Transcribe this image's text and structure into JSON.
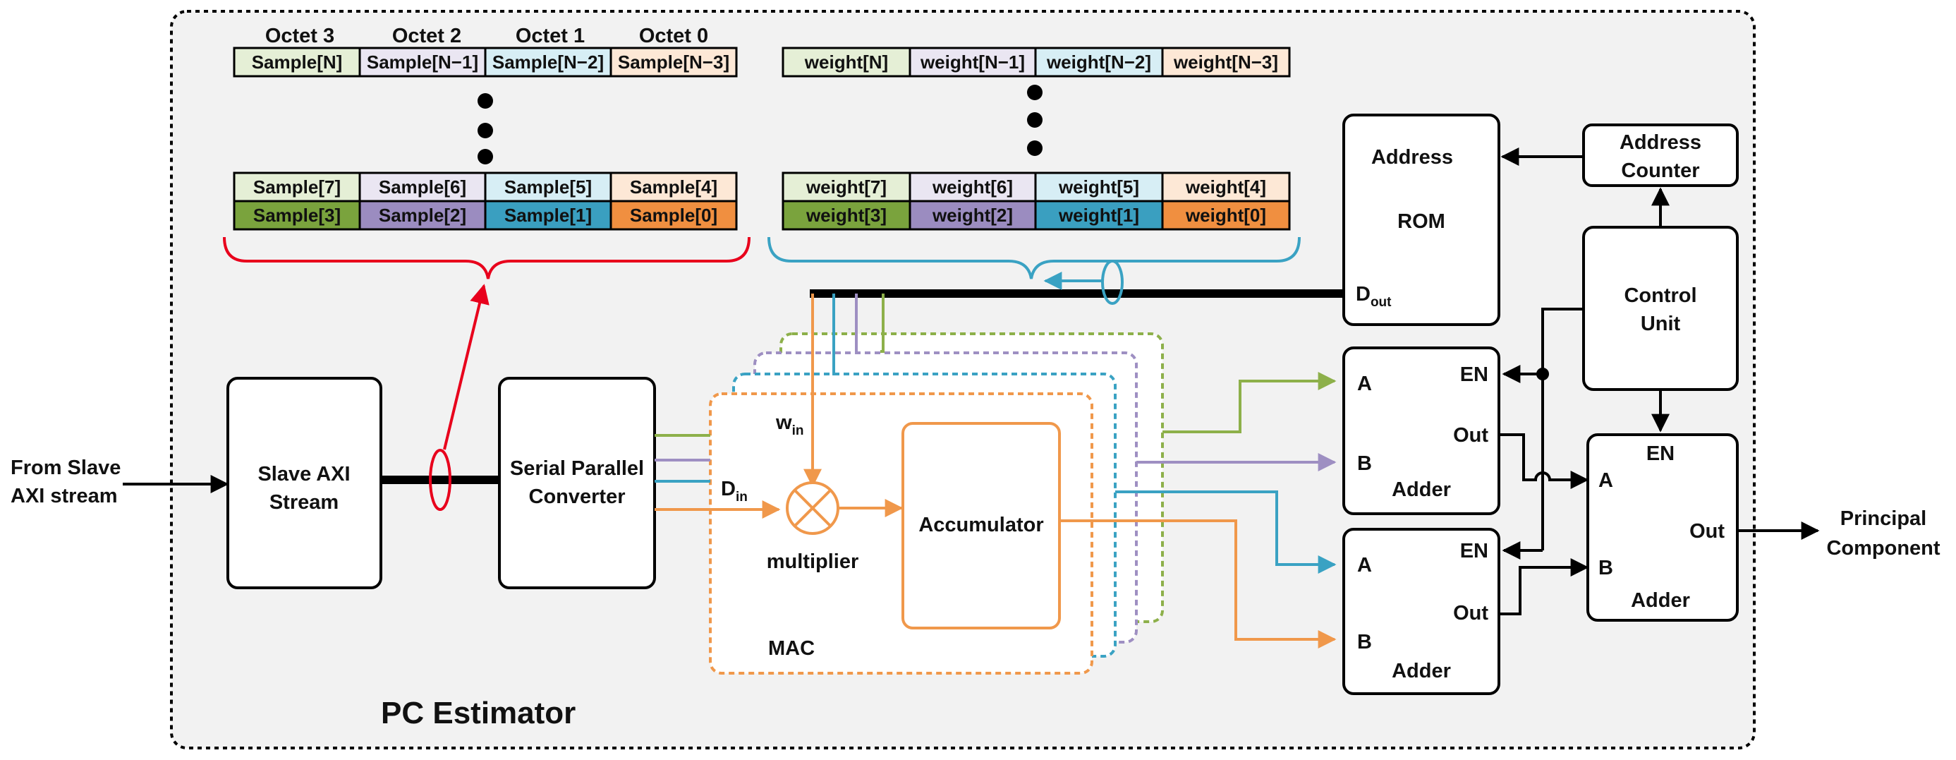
{
  "title": "PC Estimator",
  "input_label": [
    "From Slave",
    "AXI stream"
  ],
  "output_label": [
    "Principal",
    "Component"
  ],
  "octet_headers": [
    "Octet 3",
    "Octet 2",
    "Octet 1",
    "Octet 0"
  ],
  "sample_rows": {
    "top": [
      "Sample[N]",
      "Sample[N−1]",
      "Sample[N−2]",
      "Sample[N−3]"
    ],
    "mid": [
      "Sample[7]",
      "Sample[6]",
      "Sample[5]",
      "Sample[4]"
    ],
    "bottom": [
      "Sample[3]",
      "Sample[2]",
      "Sample[1]",
      "Sample[0]"
    ]
  },
  "weight_rows": {
    "top": [
      "weight[N]",
      "weight[N−1]",
      "weight[N−2]",
      "weight[N−3]"
    ],
    "mid": [
      "weight[7]",
      "weight[6]",
      "weight[5]",
      "weight[4]"
    ],
    "bottom": [
      "weight[3]",
      "weight[2]",
      "weight[1]",
      "weight[0]"
    ]
  },
  "blocks": {
    "slave_axi": [
      "Slave AXI",
      "Stream"
    ],
    "serial_parallel": [
      "Serial Parallel",
      "Converter"
    ],
    "accumulator": "Accumulator",
    "multiplier": "multiplier",
    "mac": "MAC",
    "rom": "ROM",
    "rom_address": "Address",
    "rom_dout": "D",
    "rom_dout_sub": "out",
    "address_counter": [
      "Address",
      "Counter"
    ],
    "control_unit": [
      "Control",
      "Unit"
    ],
    "adder": "Adder",
    "port_a": "A",
    "port_b": "B",
    "port_en": "EN",
    "port_out": "Out",
    "win": "w",
    "win_sub": "in",
    "din": "D",
    "din_sub": "in"
  },
  "colors": {
    "green": "#8db04a",
    "purple": "#9e8fc2",
    "blue": "#3aa2c3",
    "orange": "#f0984b",
    "red": "#e8001c",
    "green_light": "#e5efd6",
    "purple_light": "#eae6f2",
    "blue_light": "#d7eef5",
    "orange_light": "#fde8d6",
    "green_dark": "#7aa33d",
    "purple_dark": "#9b8cc0",
    "blue_dark": "#3a9fc0",
    "orange_dark": "#f08f40"
  }
}
